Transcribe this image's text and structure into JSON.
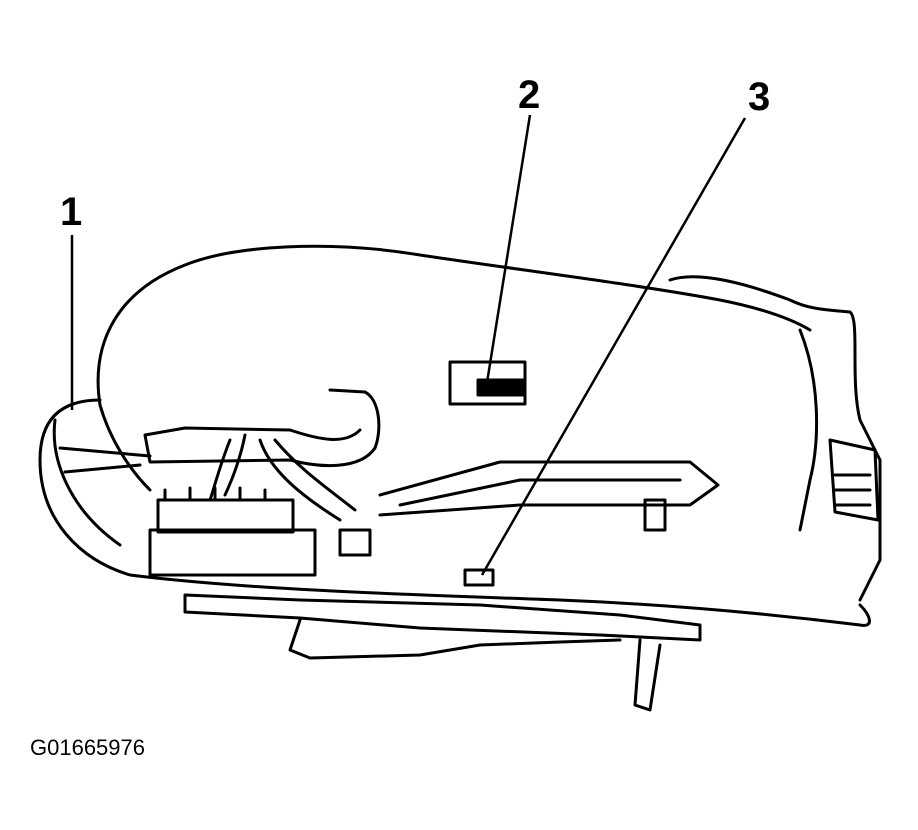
{
  "callouts": [
    {
      "id": "callout-1",
      "label": "1"
    },
    {
      "id": "callout-2",
      "label": "2"
    },
    {
      "id": "callout-3",
      "label": "3"
    }
  ],
  "figure_id": "G01665976",
  "colors": {
    "line": "#000000",
    "background": "#ffffff"
  }
}
